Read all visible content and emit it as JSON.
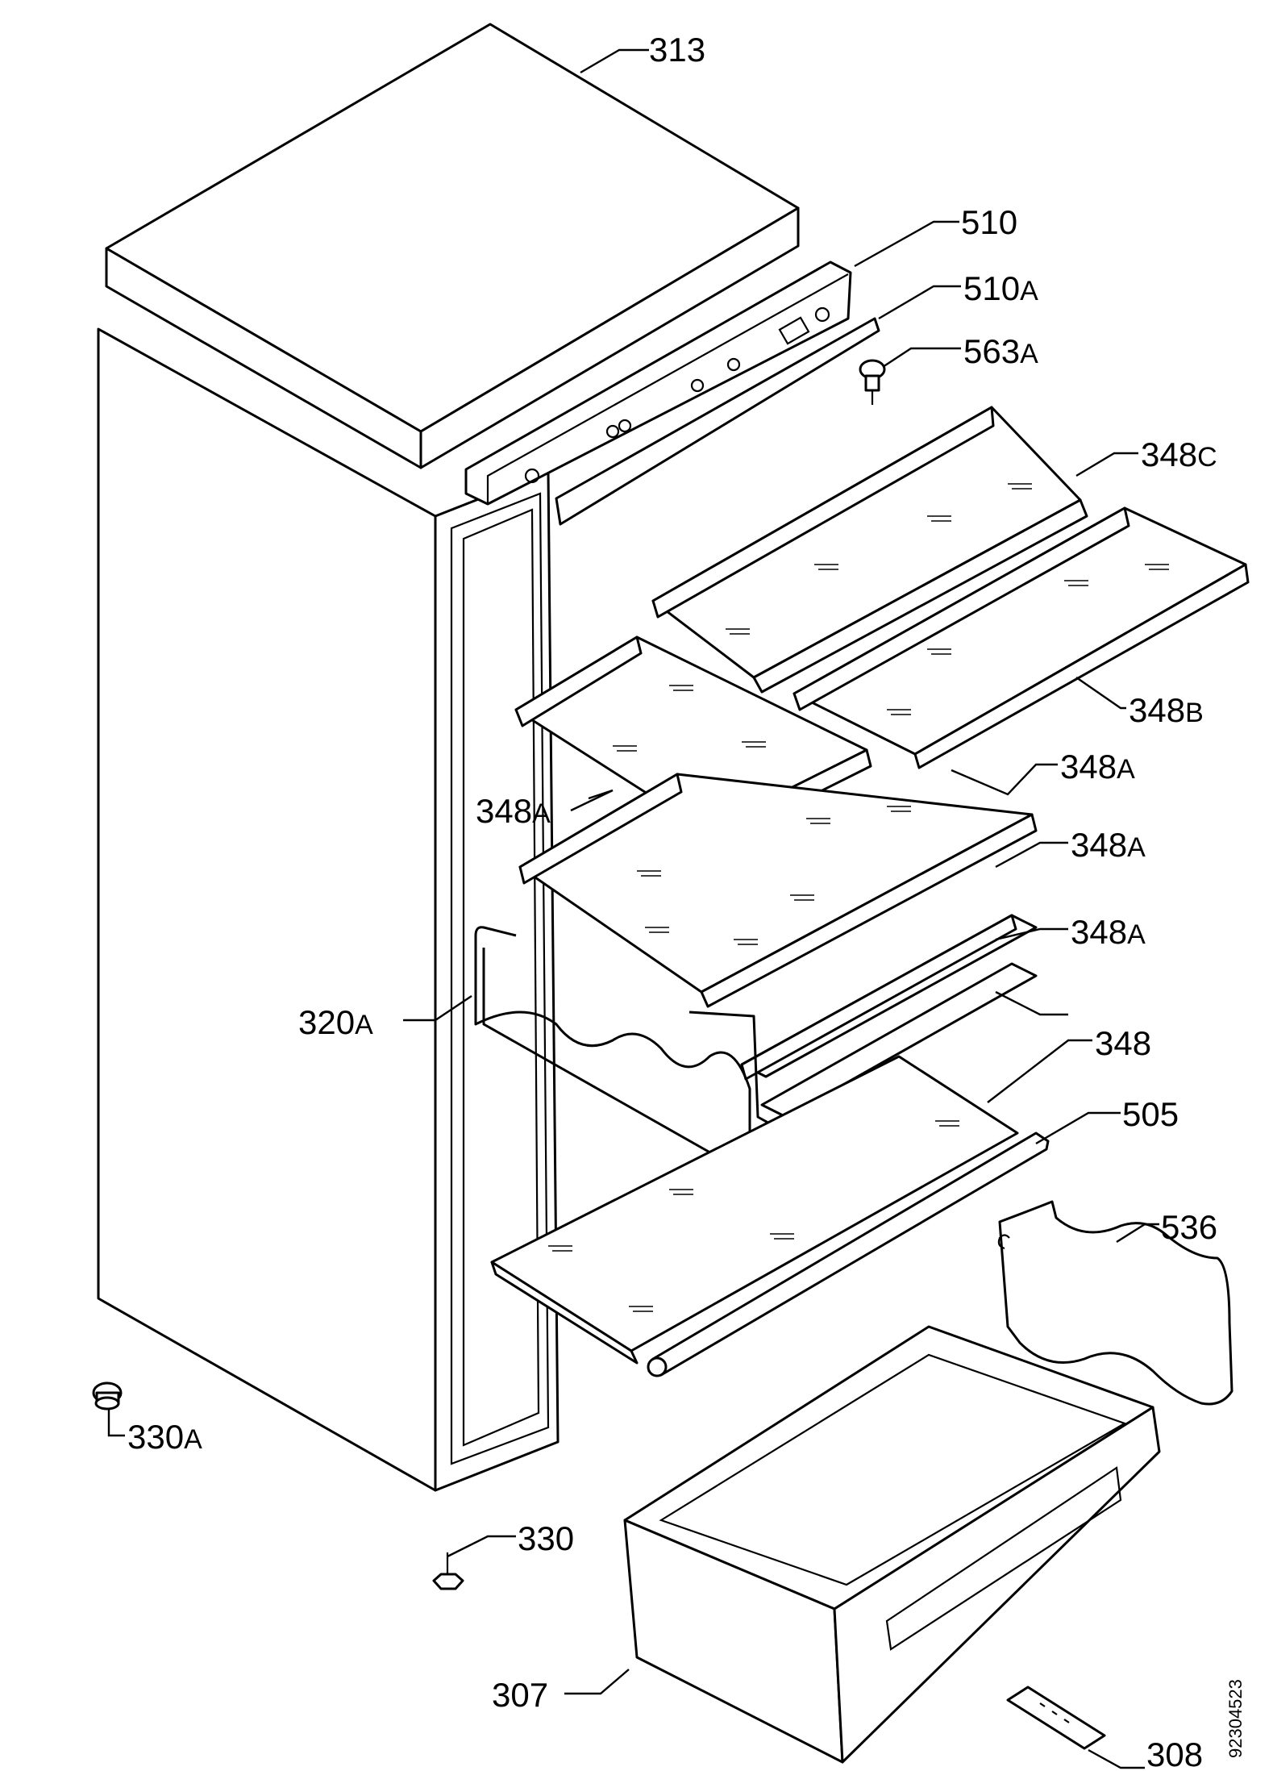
{
  "labels": {
    "p313": "313",
    "p510": "510",
    "p510a_num": "510",
    "p510a_suf": "A",
    "p563a_num": "563",
    "p563a_suf": "A",
    "p348c_num": "348",
    "p348c_suf": "C",
    "p348b_num": "348",
    "p348b_suf": "B",
    "p348a1_num": "348",
    "p348a1_suf": "A",
    "p348a2_num": "348",
    "p348a2_suf": "A",
    "p348a3_num": "348",
    "p348a3_suf": "A",
    "p348a4_num": "348",
    "p348a4_suf": "A",
    "p320a_num": "320",
    "p320a_suf": "A",
    "p348": "348",
    "p505": "505",
    "p536": "536",
    "p330a_num": "330",
    "p330a_suf": "A",
    "p330": "330",
    "p307": "307",
    "p308": "308"
  },
  "document_id": "92304523"
}
